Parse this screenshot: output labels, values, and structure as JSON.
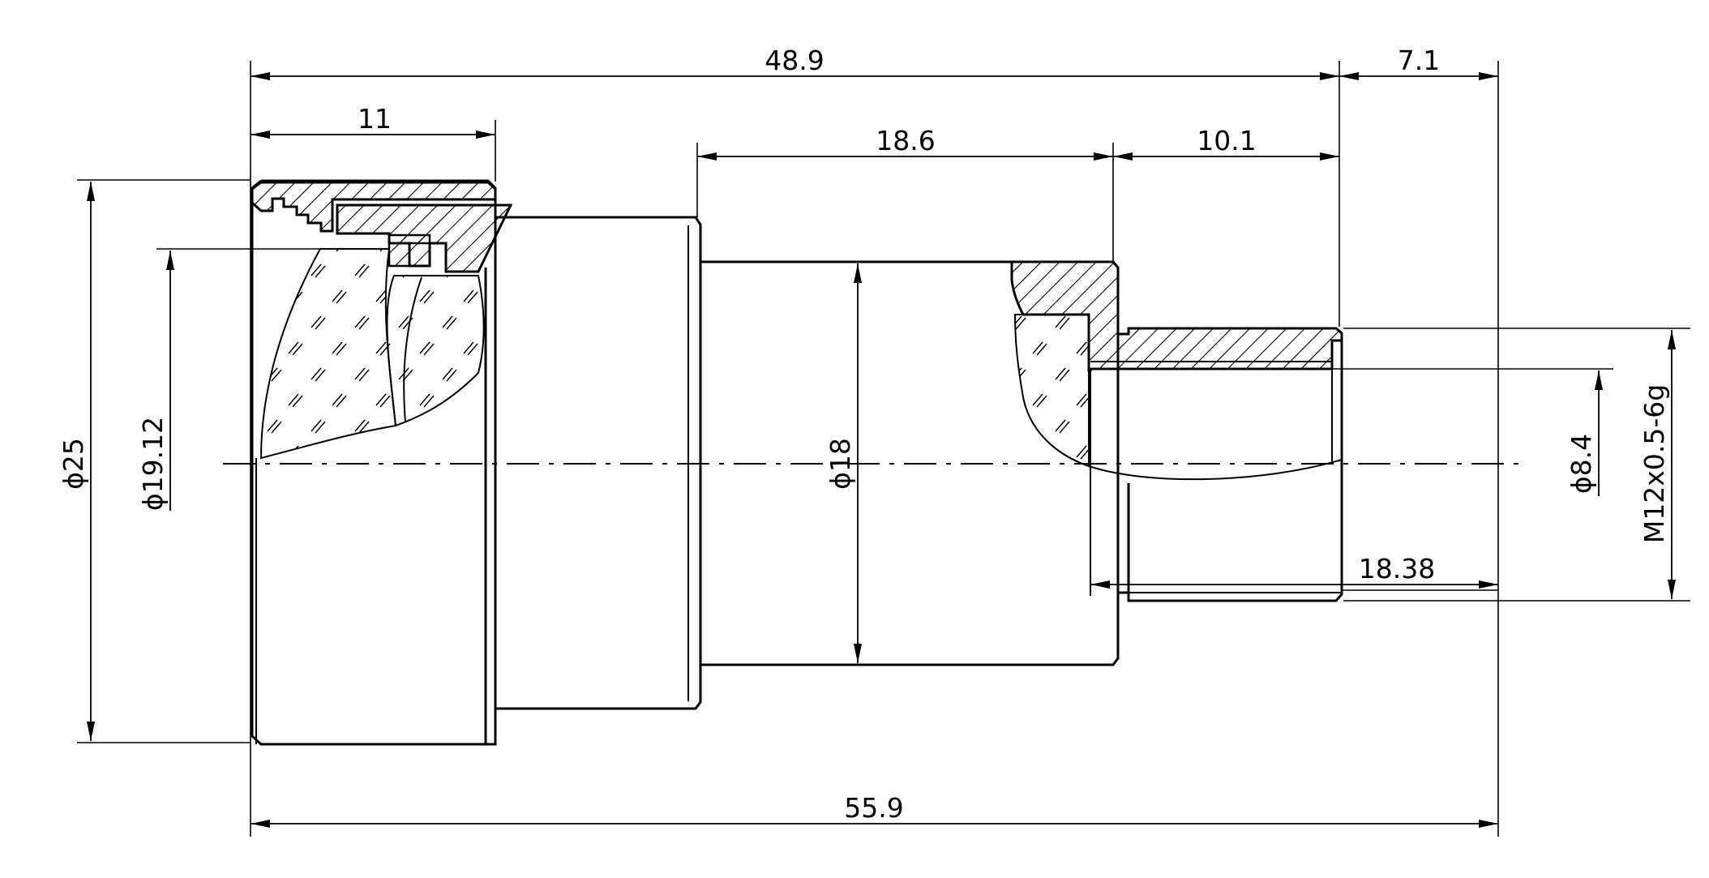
{
  "dimensions": {
    "overall_length": "55.9",
    "body_length": "48.9",
    "thread_length": "7.1",
    "front_ring_length": "11",
    "barrel_length": "18.6",
    "shoulder_length": "10.1",
    "back_focus": "18.38"
  },
  "diameters": {
    "outer": "ϕ25",
    "clear_aperture": "ϕ19.12",
    "barrel": "ϕ18",
    "rear_aperture": "ϕ8.4",
    "mount_thread": "M12x0.5-6g"
  },
  "colors": {
    "line": "#000000",
    "background": "#ffffff"
  }
}
